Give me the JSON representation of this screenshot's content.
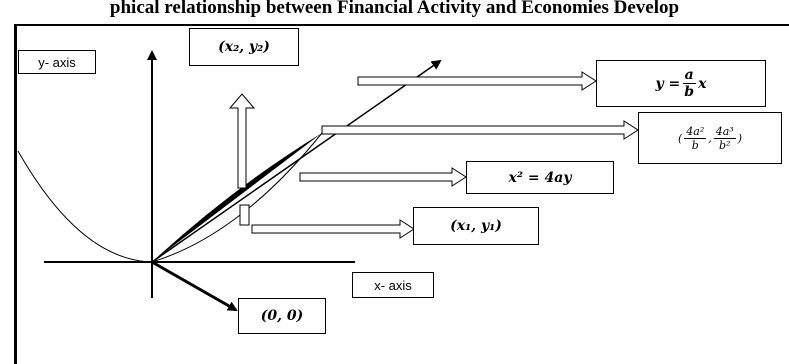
{
  "title": "phical relationship between Financial Activity and Economies Develop",
  "labels": {
    "y_axis": "y- axis",
    "x_axis": "x- axis",
    "point2": "(x₂, y₂)",
    "point1": "(x₁, y₁)",
    "origin": "(0, 0)",
    "line_lhs": "y =",
    "line_num": "a",
    "line_den": "b",
    "line_rhs": "x",
    "parabola": "x² = 4ay",
    "intersect_open": "(",
    "intersect_x_num": "4a²",
    "intersect_x_den": "b",
    "intersect_sep": ",",
    "intersect_y_num": "4a³",
    "intersect_y_den": "b²",
    "intersect_close": ")"
  }
}
